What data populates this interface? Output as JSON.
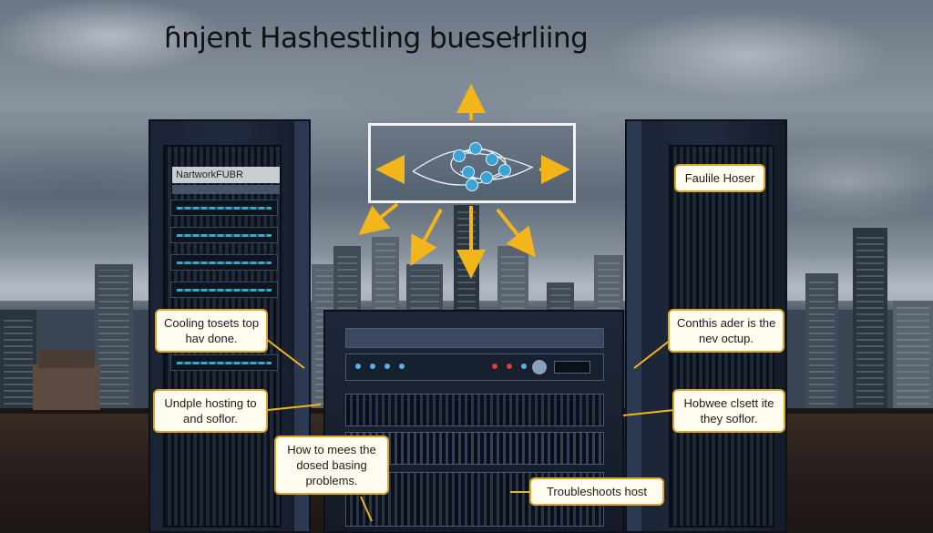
{
  "title": "ɦnjent Hashestling buesełrliing",
  "rack_label": "NartworkFUBR",
  "callouts": {
    "top_right": "Faulile Hoser",
    "left_1": [
      "Cooling tosets top",
      "hav done."
    ],
    "left_2": [
      "Undple hosting to",
      "and soflor."
    ],
    "center": [
      "How to mees the",
      "dosed basing",
      "problems."
    ],
    "right_1": [
      "Conthis ader is the",
      "nev octup."
    ],
    "right_2": [
      "Hobwee clsett ite",
      "they soflor."
    ],
    "bottom": "Troubleshoots host"
  },
  "colors": {
    "arrow": "#f2b51a",
    "callout_border": "#d8a829",
    "node": "#3aa3d8"
  },
  "icons": [
    "network-cluster-icon",
    "arrow-up-icon",
    "arrow-left-icon",
    "arrow-right-icon",
    "arrow-down-icon"
  ]
}
